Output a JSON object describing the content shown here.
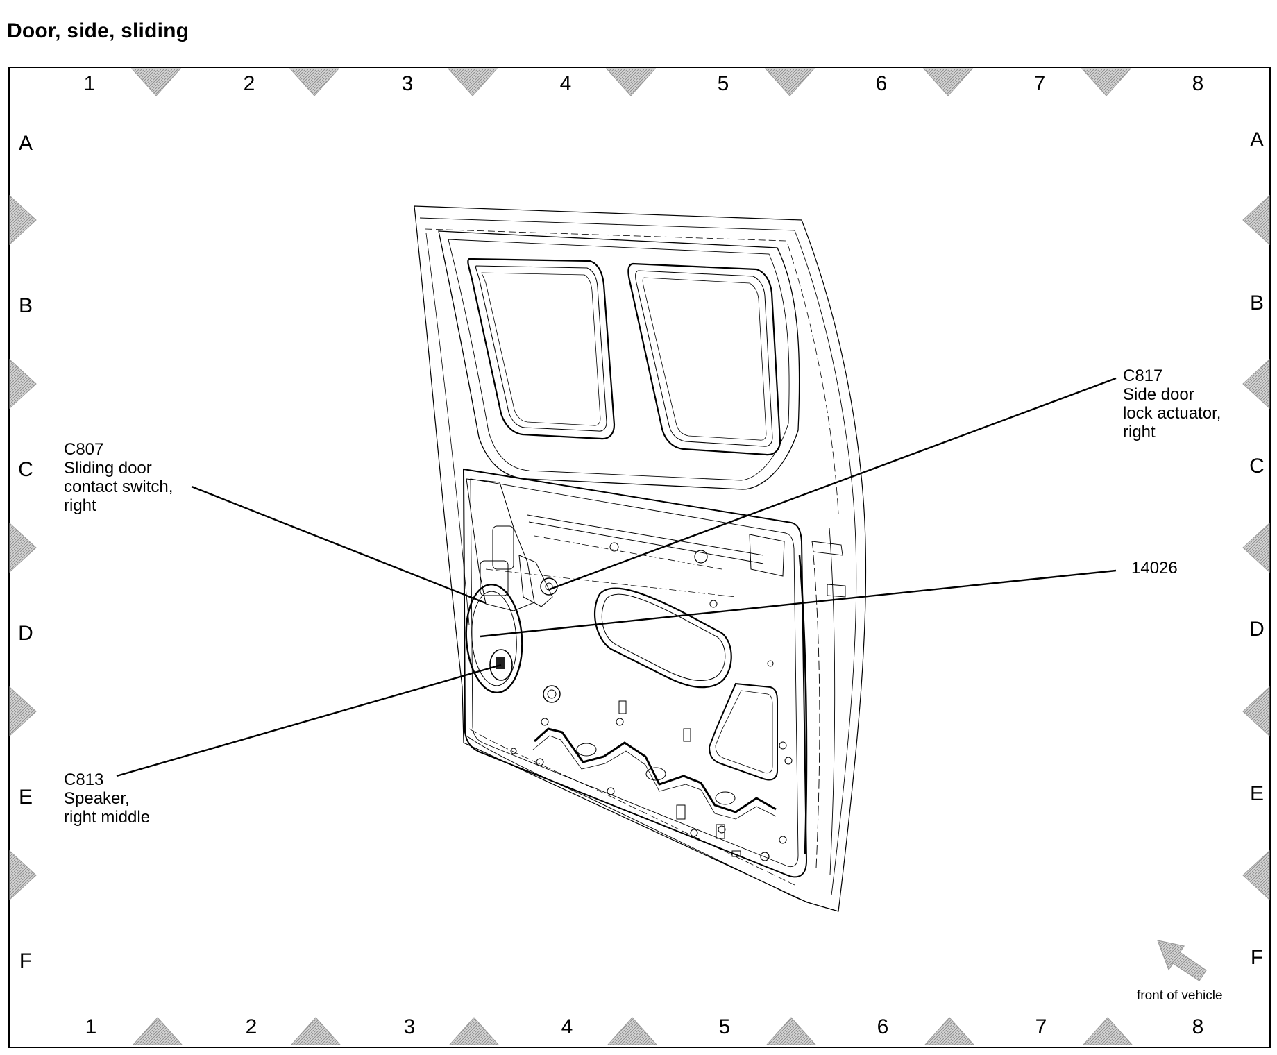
{
  "title": "Door, side, sliding",
  "grid": {
    "columns": [
      "1",
      "2",
      "3",
      "4",
      "5",
      "6",
      "7",
      "8"
    ],
    "rows": [
      "A",
      "B",
      "C",
      "D",
      "E",
      "F"
    ]
  },
  "callouts": {
    "c807": {
      "code": "C807",
      "line1": "Sliding door",
      "line2": "contact switch,",
      "line3": "right"
    },
    "c817": {
      "code": "C817",
      "line1": "Side door",
      "line2": "lock actuator,",
      "line3": "right"
    },
    "harness": {
      "code": "14026"
    },
    "c813": {
      "code": "C813",
      "line1": "Speaker,",
      "line2": "right middle"
    }
  },
  "orientation": {
    "label": "front of vehicle",
    "icon": "arrow-icon"
  },
  "colors": {
    "line": "#000000",
    "hatch": "#9a9a9a"
  }
}
